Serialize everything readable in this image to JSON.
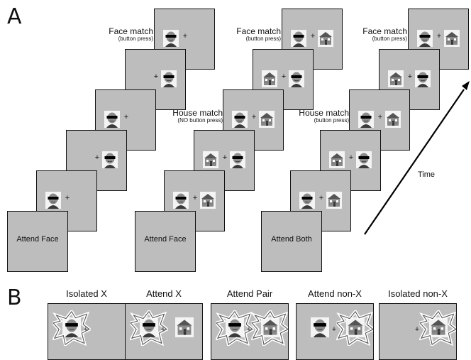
{
  "panel_a": {
    "letter": "A",
    "time_label": "Time",
    "sequences": [
      {
        "attend_label": "Attend Face",
        "house_caption": null,
        "house_caption_sub": null,
        "face_caption": "Face match",
        "face_caption_sub": "(button press)",
        "frames": [
          [
            "face",
            "none"
          ],
          [
            "none",
            "face"
          ],
          [
            "face",
            "none"
          ],
          [
            "none",
            "face"
          ],
          [
            "face",
            "none"
          ]
        ]
      },
      {
        "attend_label": "Attend Face",
        "house_caption": "House match",
        "house_caption_sub": "(NO button press)",
        "face_caption": "Face match",
        "face_caption_sub": "(button press)",
        "frames": [
          [
            "face",
            "house"
          ],
          [
            "house",
            "face"
          ],
          [
            "face",
            "house"
          ],
          [
            "house",
            "face"
          ],
          [
            "face",
            "house"
          ]
        ]
      },
      {
        "attend_label": "Attend Both",
        "house_caption": "House match",
        "house_caption_sub": "(button press)",
        "face_caption": "Face match",
        "face_caption_sub": "(button press)",
        "frames": [
          [
            "face",
            "house"
          ],
          [
            "house",
            "face"
          ],
          [
            "face",
            "house"
          ],
          [
            "house",
            "face"
          ],
          [
            "face",
            "house"
          ]
        ]
      }
    ]
  },
  "panel_b": {
    "letter": "B",
    "conditions": [
      {
        "label": "Isolated X",
        "left": "face-x",
        "right": "none"
      },
      {
        "label": "Attend X",
        "left": "face-x",
        "right": "house"
      },
      {
        "label": "Attend Pair",
        "left": "face-x",
        "right": "house-x"
      },
      {
        "label": "Attend non-X",
        "left": "face",
        "right": "house-x"
      },
      {
        "label": "Isolated non-X",
        "left": "none",
        "right": "house-x"
      }
    ]
  },
  "colors": {
    "screen": "#bdbdbd",
    "outline": "#111111"
  }
}
